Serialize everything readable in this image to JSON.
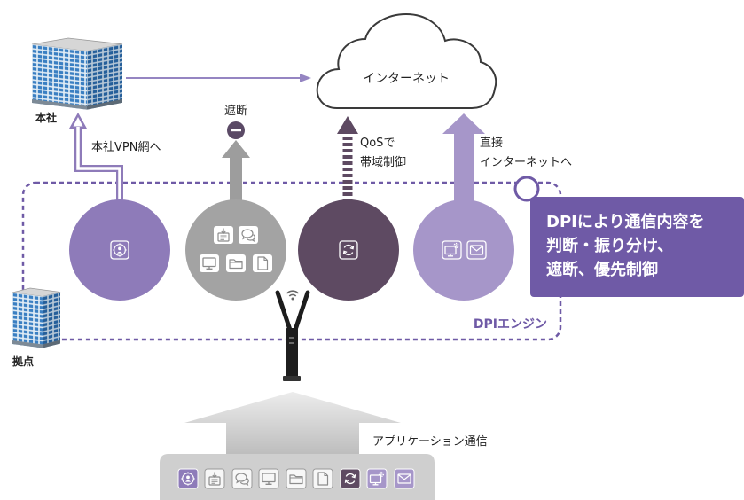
{
  "diagram": {
    "internet_label": "インターネット",
    "hq_label": "本社",
    "branch_label": "拠点",
    "vpn_label": "本社VPN網へ",
    "block_label": "遮断",
    "qos_label": [
      "QoSで",
      "帯域制御"
    ],
    "direct_label": [
      "直接",
      "インターネットへ"
    ],
    "engine_label": "DPIエンジン",
    "app_traffic_label": "アプリケーション通信"
  },
  "callout": {
    "lines": [
      "DPIにより通信内容を",
      "判断・振り分け、",
      "遮断、優先制御"
    ]
  },
  "icons": {
    "route_icons": [
      [
        "user-circle-icon"
      ],
      [
        "download-tray-icon",
        "chat-bubbles-icon",
        "monitor-icon",
        "folder-icon",
        "document-icon"
      ],
      [
        "refresh-icon"
      ],
      [
        "monitor-gear-icon",
        "mail-icon"
      ]
    ],
    "app_icons": [
      "user-circle-icon",
      "download-tray-icon",
      "chat-bubbles-icon",
      "monitor-icon",
      "folder-icon",
      "document-icon",
      "refresh-icon",
      "monitor-gear-icon",
      "mail-icon"
    ],
    "block_symbol": "minus-circle-icon",
    "inspect_symbol": "magnifier-icon",
    "device": "wifi-router-icon",
    "sites": [
      "office-building-icon",
      "office-building-icon"
    ],
    "network": "cloud-icon"
  },
  "colors": {
    "accent": "#6f5aa6",
    "route_vpn": "#8e7bb9",
    "route_block": "#a3a3a3",
    "route_qos": "#5e4a62",
    "route_direct": "#a696c9",
    "block_symbol": "#5b4a66",
    "window_blue": "#3a7fc2"
  }
}
